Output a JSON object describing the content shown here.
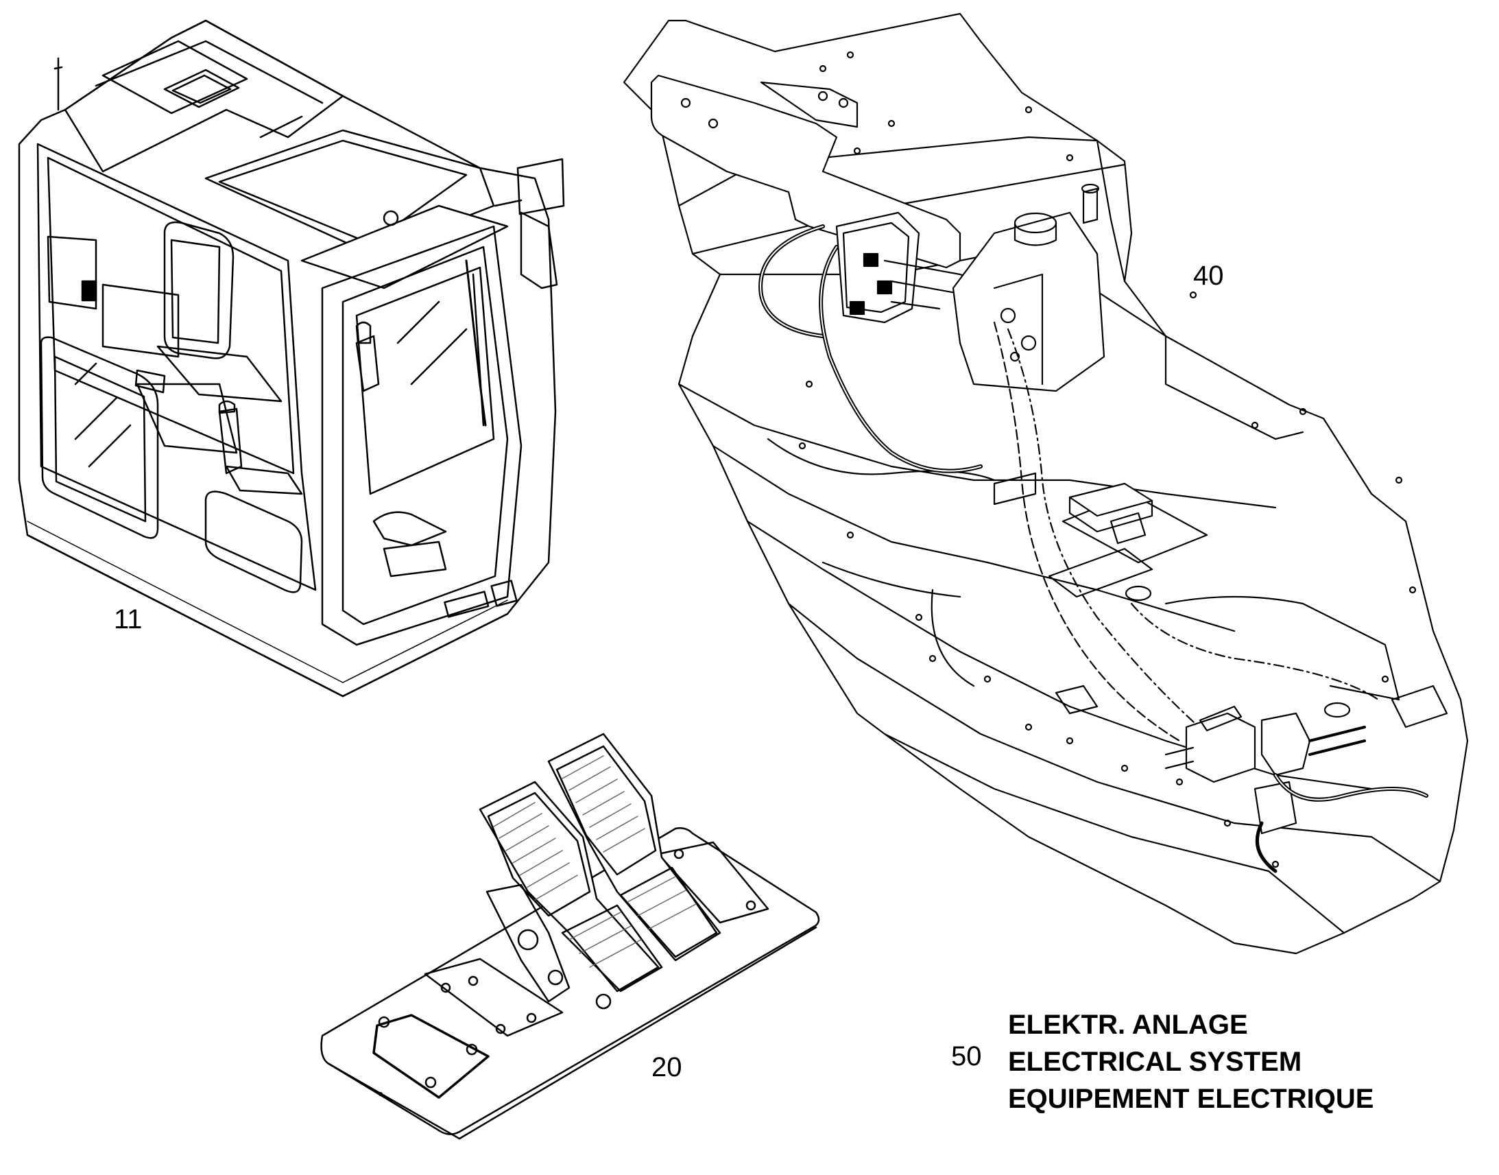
{
  "callouts": {
    "cab": "11",
    "pedals": "20",
    "frame_valves": "40",
    "electrical": "50"
  },
  "electrical_system_labels": {
    "de": "ELEKTR. ANLAGE",
    "en": "ELECTRICAL SYSTEM",
    "fr": "EQUIPEMENT ELECTRIQUE"
  },
  "colors": {
    "line": "#000000",
    "background": "#ffffff",
    "shading": "#808080"
  }
}
